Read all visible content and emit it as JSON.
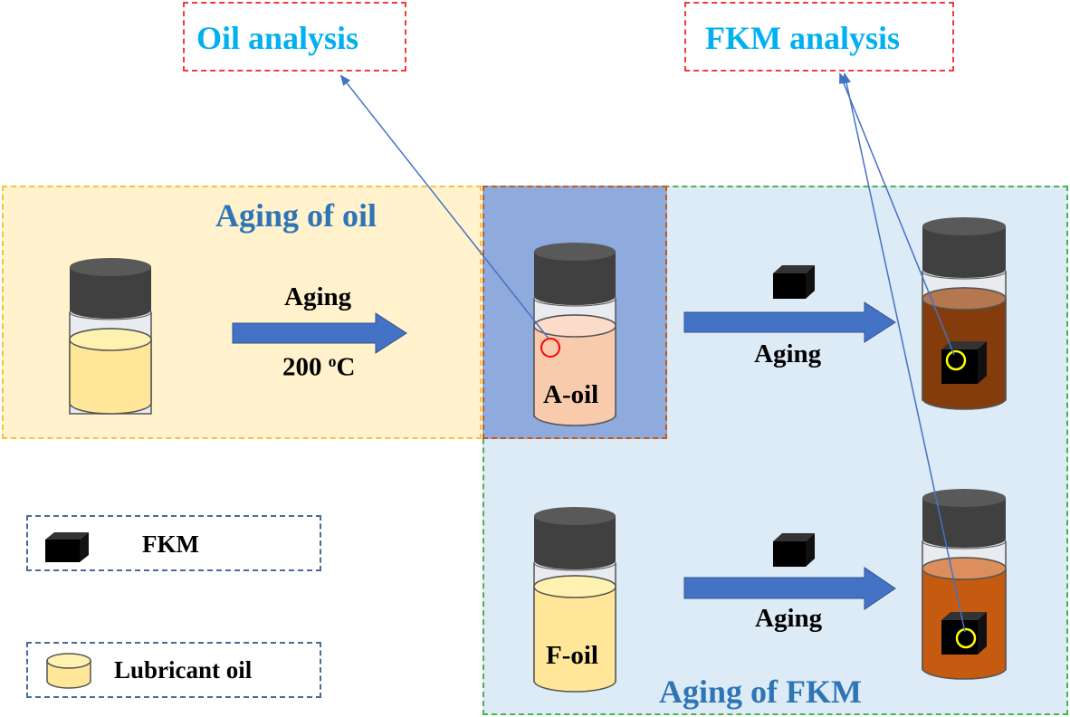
{
  "labels": {
    "oil_analysis": "Oil analysis",
    "fkm_analysis": "FKM analysis",
    "aging_of_oil": "Aging of oil",
    "aging_of_fkm": "Aging of FKM",
    "aging_step1": "Aging",
    "temperature_value": "200",
    "temperature_sup": "o",
    "temperature_unit": "C",
    "aging_step2": "Aging",
    "aging_step3": "Aging",
    "a_oil": "A-oil",
    "f_oil": "F-oil"
  },
  "legend": {
    "fkm": "FKM",
    "lubricant_oil": "Lubricant oil"
  },
  "colors": {
    "aging_oil_bg": "#FFF2CC",
    "aging_oil_border": "#F5C242",
    "aging_fkm_bg": "#DDEBF7",
    "aging_fkm_border": "#4CB050",
    "a_oil_panel_bg": "#8FAADC",
    "a_oil_panel_border": "#C55A11",
    "analysis_border": "#F03C3C",
    "legend_border": "#4A6A9A",
    "arrow_fill": "#4472C4",
    "pointer_line": "#4472C4",
    "title_text": "#2E75B6",
    "analysis_text": "#00B0F0",
    "fresh_oil": "#FFE699",
    "a_oil": "#F8CBAD",
    "aged_oil_dark": "#843C0C",
    "aged_oil_orange": "#C55A11",
    "cap": "#404040",
    "fkm_cube": "#000000",
    "marker_red": "#FF0000",
    "marker_yellow": "#FFFF00"
  },
  "icons": [
    "vial-icon",
    "fkm-cube-icon",
    "oil-disc-icon",
    "process-arrow-icon",
    "sample-marker-icon"
  ]
}
